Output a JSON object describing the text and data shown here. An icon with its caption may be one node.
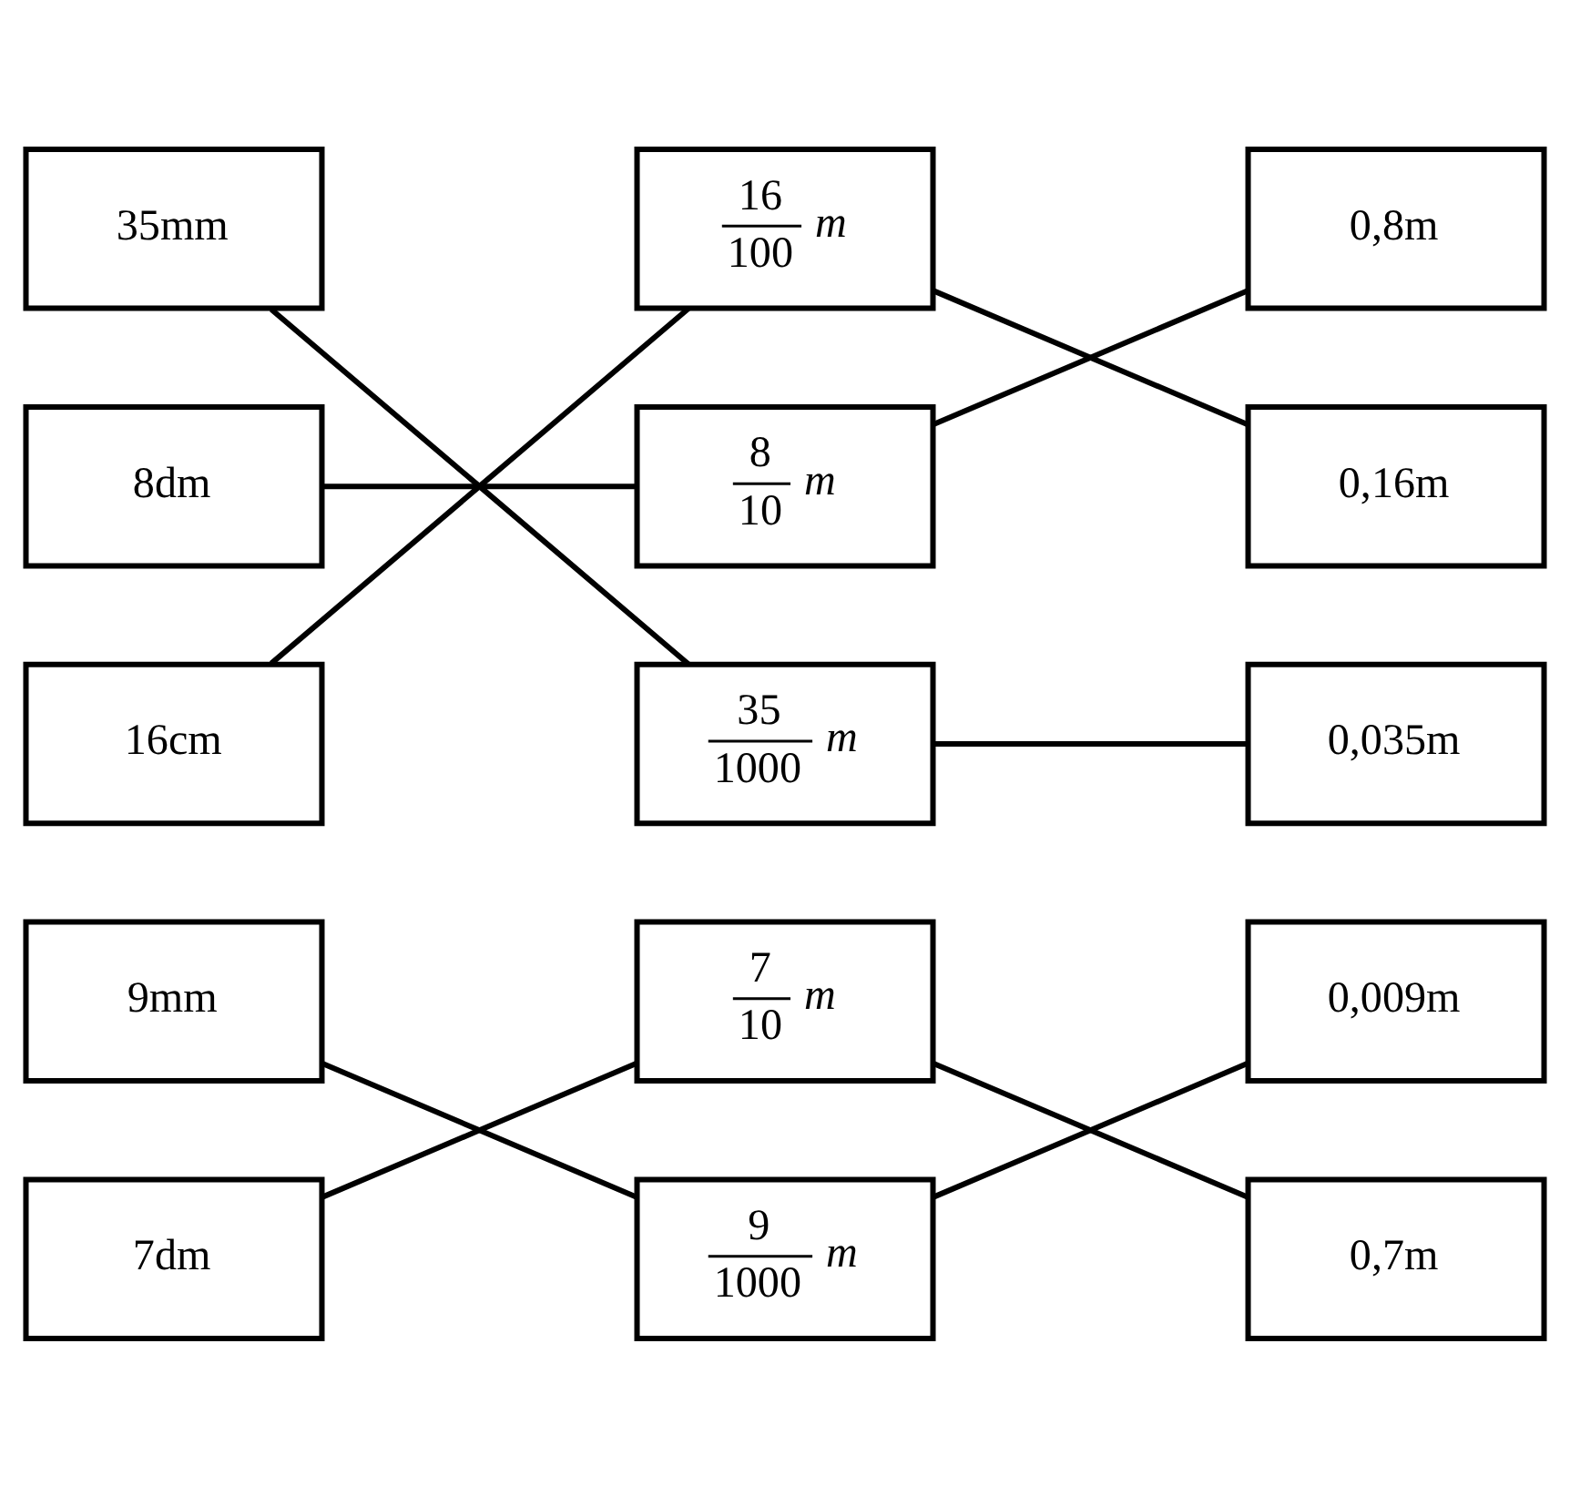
{
  "diagram": {
    "nodes": [
      {
        "text": [
          "35mm"
        ]
      },
      {
        "text": [
          "8dm"
        ]
      },
      {
        "text": [
          "16cm"
        ]
      },
      {
        "text": [
          "9mm"
        ]
      },
      {
        "text": [
          "7dm"
        ]
      },
      {
        "text": [
          "16",
          "100",
          "m"
        ]
      },
      {
        "text": [
          "8",
          "10",
          "m"
        ]
      },
      {
        "text": [
          "35",
          "1000",
          "m"
        ]
      },
      {
        "text": [
          "7",
          "10",
          "m"
        ]
      },
      {
        "text": [
          "9",
          "1000",
          "m"
        ]
      },
      {
        "text": [
          "0,8m"
        ]
      },
      {
        "text": [
          "0,16m"
        ]
      },
      {
        "text": [
          "0,035m"
        ]
      },
      {
        "text": [
          "0,009m"
        ]
      },
      {
        "text": [
          "0,7m"
        ]
      }
    ],
    "edges": [
      {
        "from": 0,
        "to": 7,
        "arrow": "none"
      },
      {
        "from": 1,
        "to": 6,
        "arrow": "none"
      },
      {
        "from": 2,
        "to": 5,
        "arrow": "none"
      },
      {
        "from": 5,
        "to": 11,
        "arrow": "none"
      },
      {
        "from": 6,
        "to": 10,
        "arrow": "none"
      },
      {
        "from": 7,
        "to": 12,
        "arrow": "none"
      },
      {
        "from": 3,
        "to": 9,
        "arrow": "none"
      },
      {
        "from": 4,
        "to": 8,
        "arrow": "none"
      },
      {
        "from": 8,
        "to": 14,
        "arrow": "none"
      },
      {
        "from": 9,
        "to": 13,
        "arrow": "none"
      }
    ]
  }
}
